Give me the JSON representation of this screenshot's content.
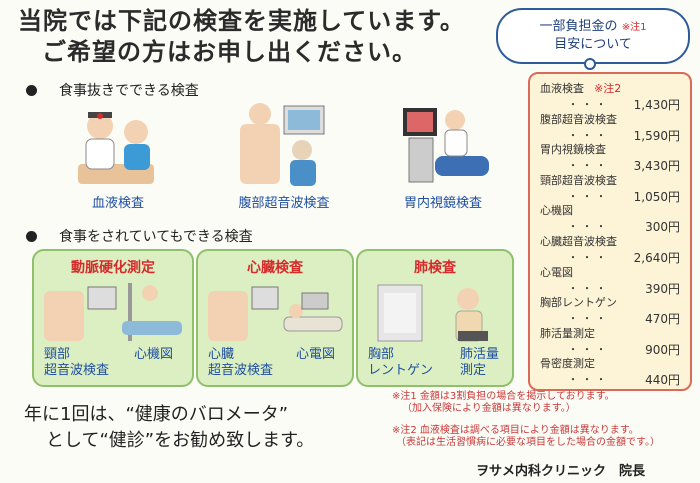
{
  "headline": {
    "line1": "当院では下記の検査を実施しています。",
    "line2": "ご希望の方はお申し出ください。"
  },
  "section_fasting": {
    "title": "食事抜きでできる検査",
    "tests": [
      "血液検査",
      "腹部超音波検査",
      "胃内視鏡検査"
    ]
  },
  "section_nonfasting": {
    "title": "食事をされていてもできる検査",
    "panels": [
      {
        "title": "動脈硬化測定",
        "left": "頸部\n超音波検査",
        "right": "心機図"
      },
      {
        "title": "心臓検査",
        "left": "心臓\n超音波検査",
        "right": "心電図"
      },
      {
        "title": "肺検査",
        "left": "胸部\nレントゲン",
        "right": "肺活量\n測定"
      }
    ]
  },
  "bubble": {
    "line1": "一部負担金の",
    "note": "※注1",
    "line2": "目安について"
  },
  "prices": [
    {
      "name": "血液検査",
      "note": "※注2",
      "price": "1,430円"
    },
    {
      "name": "腹部超音波検査",
      "note": "",
      "price": "1,590円"
    },
    {
      "name": "胃内視鏡検査",
      "note": "",
      "price": "3,430円"
    },
    {
      "name": "頸部超音波検査",
      "note": "",
      "price": "1,050円"
    },
    {
      "name": "心機図",
      "note": "",
      "price": "300円"
    },
    {
      "name": "心臓超音波検査",
      "note": "",
      "price": "2,640円"
    },
    {
      "name": "心電図",
      "note": "",
      "price": "390円"
    },
    {
      "name": "胸部レントゲン",
      "note": "",
      "price": "470円"
    },
    {
      "name": "肺活量測定",
      "note": "",
      "price": "900円"
    },
    {
      "name": "骨密度測定",
      "note": "",
      "price": "440円"
    }
  ],
  "dots": "・・・",
  "closing": {
    "line1": "年に1回は、“健康のバロメータ”",
    "line2": "として“健診”をお勧め致します。"
  },
  "notes": {
    "n1a": "※注1 金額は3割負担の場合を掲示しております。",
    "n1b": "（加入保険により金額は異なります。）",
    "n2a": "※注2 血液検査は調べる項目により金額は異なります。",
    "n2b": "（表記は生活習慣病に必要な項目をした場合の金額です。）"
  },
  "clinic": "ヲサメ内科クリニック　院長",
  "colors": {
    "accent_red": "#d62b2b",
    "label_blue": "#1f4fa0",
    "panel_green": "#dcefc2"
  }
}
